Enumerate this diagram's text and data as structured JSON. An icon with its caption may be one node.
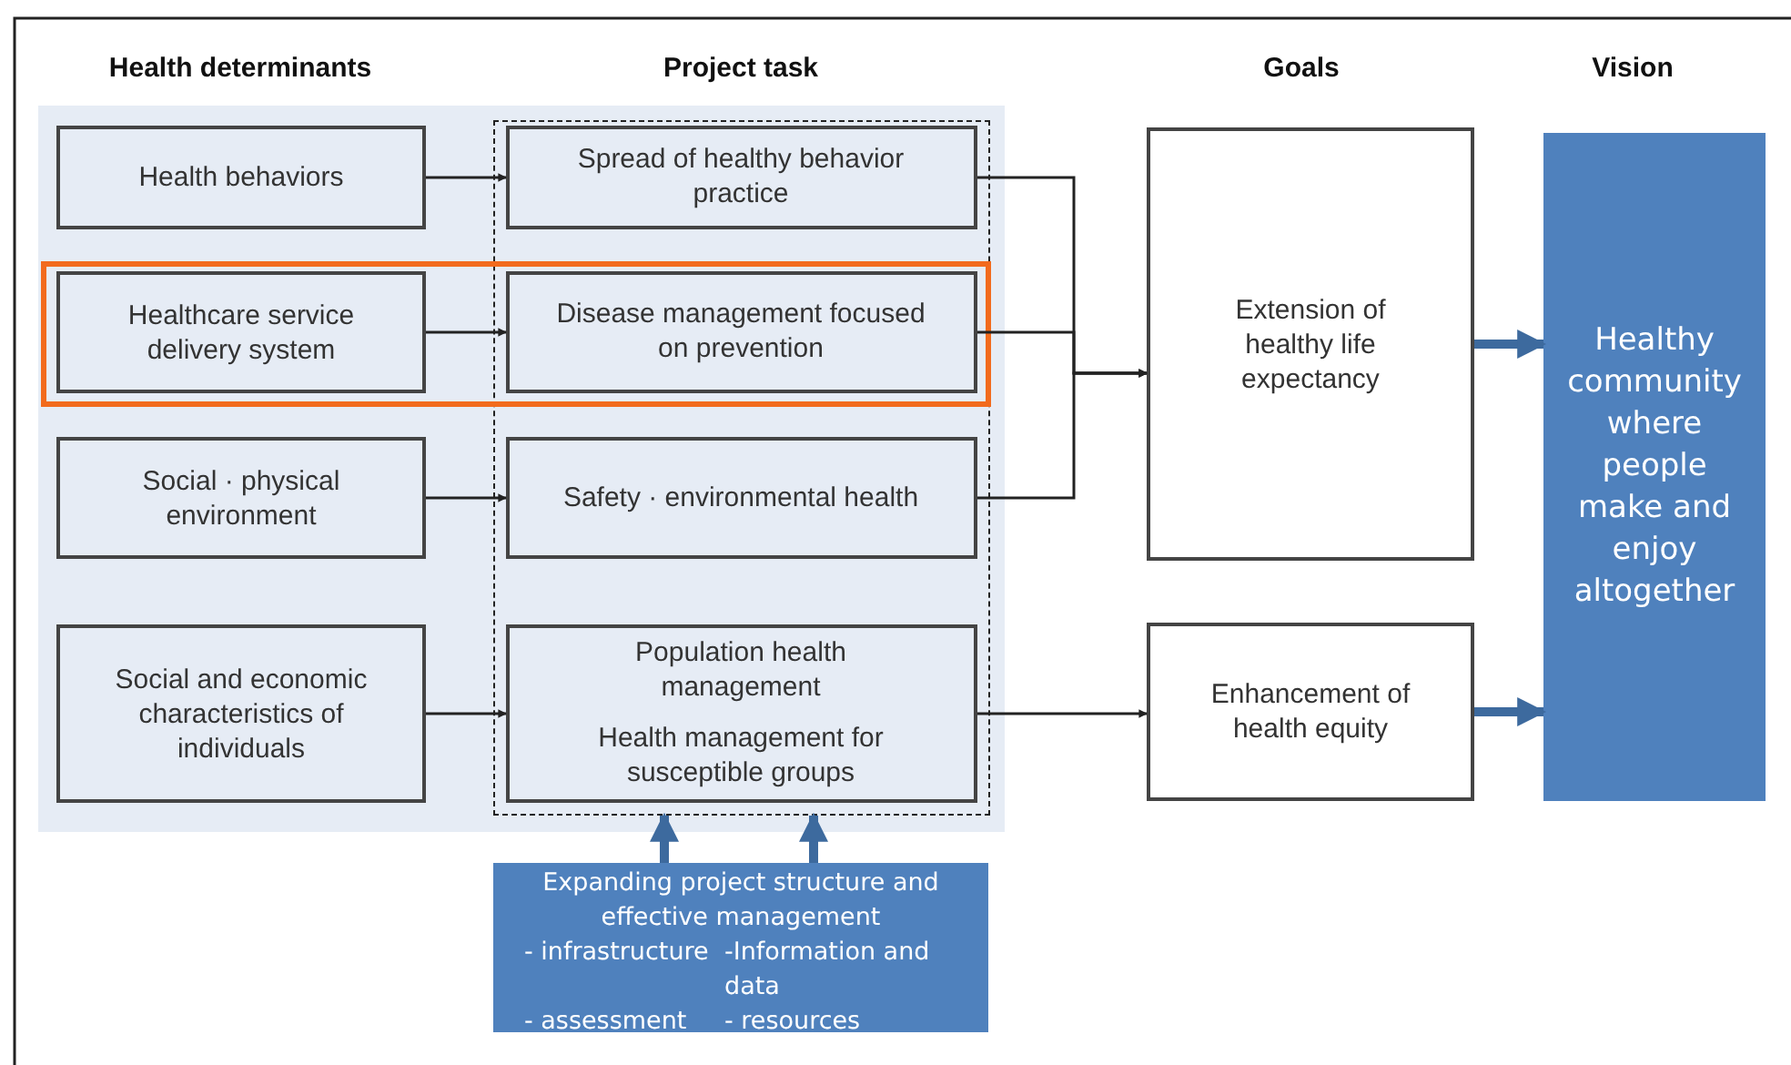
{
  "diagram": {
    "nodes": [
      {
        "text": [
          "Health behaviors"
        ]
      },
      {
        "text": [
          "Healthcare service delivery system"
        ]
      },
      {
        "text": [
          "Social · physical environment"
        ]
      },
      {
        "text": [
          "Social and economic characteristics of individuals"
        ]
      },
      {
        "text": [],
        "shape": "box"
      },
      {
        "text": [
          "Spread of healthy behavior practice"
        ],
        "in": 4
      },
      {
        "text": [
          "Disease management focused on prevention"
        ],
        "in": 4
      },
      {
        "text": [
          "Safety · environmental health"
        ],
        "in": 4
      },
      {
        "text": [
          "Population health management",
          "Health management for susceptible groups"
        ],
        "in": 4
      },
      {
        "text": [
          "Extension of healthy life expectancy"
        ]
      },
      {
        "text": [
          "Enhancement of health equity"
        ]
      },
      {
        "text": [
          "Healthy community where people make and enjoy altogether"
        ]
      },
      {
        "text": [
          "Expanding project structure and effective management",
          "- infrastructure",
          "-Information and data",
          "- assessment",
          "- resources"
        ]
      }
    ],
    "edges": [
      {
        "from": 0,
        "to": 5,
        "arrow": "to"
      },
      {
        "from": 1,
        "to": 6,
        "arrow": "to"
      },
      {
        "from": 2,
        "to": 7,
        "arrow": "to"
      },
      {
        "from": 3,
        "to": 8,
        "arrow": "to"
      },
      {
        "from": 5,
        "to": 9,
        "arrow": "to"
      },
      {
        "from": 6,
        "to": 9,
        "arrow": "to"
      },
      {
        "from": 7,
        "to": 9,
        "arrow": "to"
      },
      {
        "from": 8,
        "to": 10,
        "arrow": "to"
      },
      {
        "from": 9,
        "to": 11,
        "arrow": "to",
        "style": "thick",
        "color": "#3d6a9e"
      },
      {
        "from": 10,
        "to": 11,
        "arrow": "to",
        "style": "thick",
        "color": "#3d6a9e"
      },
      {
        "from": 12,
        "to": 4,
        "arrow": "to",
        "style": "thick",
        "color": "#3d6a9e"
      },
      {
        "from": 12,
        "to": 4,
        "arrow": "to",
        "style": "thick",
        "color": "#3d6a9e"
      }
    ],
    "labels": [
      "Health determinants",
      "Project task",
      "Goals",
      "Vision"
    ]
  }
}
